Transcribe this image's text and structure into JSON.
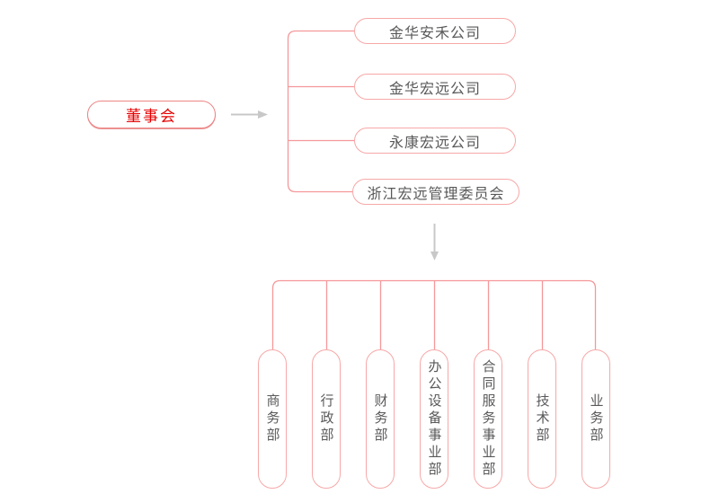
{
  "org_chart": {
    "root": {
      "label": "董事会"
    },
    "subsidiaries": [
      {
        "label": "金华安禾公司"
      },
      {
        "label": "金华宏远公司"
      },
      {
        "label": "永康宏远公司"
      },
      {
        "label": "浙江宏远管理委员会"
      }
    ],
    "departments": [
      {
        "label": "商务部"
      },
      {
        "label": "行政部"
      },
      {
        "label": "财务部"
      },
      {
        "label": "办公设备事业部"
      },
      {
        "label": "合同服务事业部"
      },
      {
        "label": "技术部"
      },
      {
        "label": "业务部"
      }
    ]
  },
  "icons": {
    "right_arrow": "→",
    "down_arrow": "↓"
  },
  "colors": {
    "root_text": "#e60000",
    "root_border": "#ee8585",
    "node_border": "#f7a8a8",
    "node_text": "#595959",
    "connector_line": "#f5989a",
    "arrow_gray": "#c8c8c8",
    "background": "#ffffff"
  }
}
